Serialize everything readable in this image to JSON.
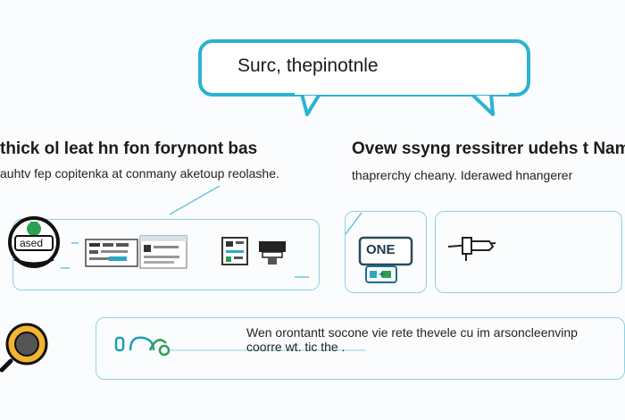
{
  "bubble": {
    "title": "Surc, thepinotnle"
  },
  "left_column": {
    "heading": "thick ol leat hn fon forynont  bas",
    "subheading": "auhtv fep copitenka at conmany aketoup reolashe."
  },
  "right_column": {
    "heading": "Ovew ssyng ressitrer udehs t Nam",
    "subheading": "thaprerchy cheany. Iderawed hnangerer"
  },
  "middle_panel": {
    "badge_text": "ONE",
    "badge_sub": "+"
  },
  "left_icon": {
    "label": "ased"
  },
  "bottom_panel": {
    "line1": "Wen orontantt socone vie rete thevele cu im arsoncleenvinp",
    "line2": "coorre wt. tic the ."
  }
}
